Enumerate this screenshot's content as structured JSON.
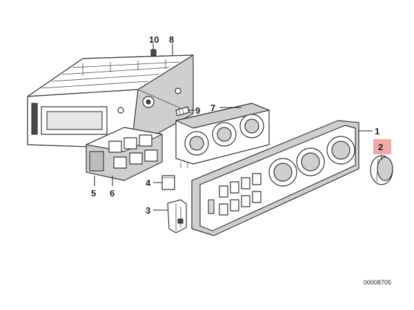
{
  "callouts": [
    {
      "id": "c1",
      "label": "1"
    },
    {
      "id": "c2",
      "label": "2",
      "highlight_color": "#f1a8a8"
    },
    {
      "id": "c3",
      "label": "3"
    },
    {
      "id": "c4",
      "label": "4"
    },
    {
      "id": "c5",
      "label": "5"
    },
    {
      "id": "c6",
      "label": "6"
    },
    {
      "id": "c7",
      "label": "7"
    },
    {
      "id": "c8",
      "label": "8"
    },
    {
      "id": "c9",
      "label": "9"
    },
    {
      "id": "c10",
      "label": "10"
    }
  ],
  "doc_number": "00008705"
}
